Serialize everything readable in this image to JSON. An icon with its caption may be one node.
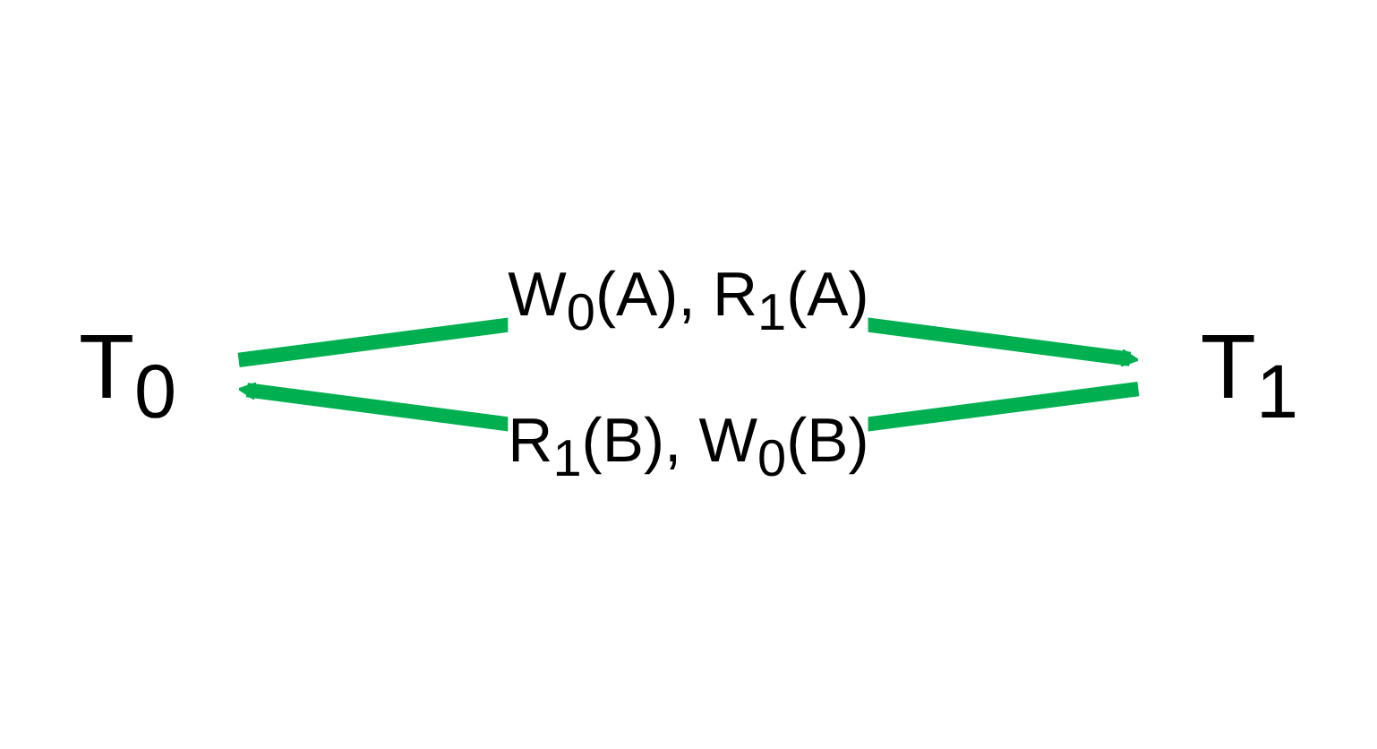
{
  "diagram": {
    "nodes": [
      {
        "text": [
          "T$_{0}$"
        ]
      },
      {
        "text": [
          "T$_{1}$"
        ]
      }
    ],
    "edges": [
      {
        "from": 1,
        "to": 0,
        "arrow": "to",
        "label": "R$_{1}$(B), W$_{0}$(B)"
      },
      {
        "from": 0,
        "to": 1,
        "arrow": "to",
        "label": "W$_{0}$(A), R$_{1}$(A)"
      }
    ]
  }
}
